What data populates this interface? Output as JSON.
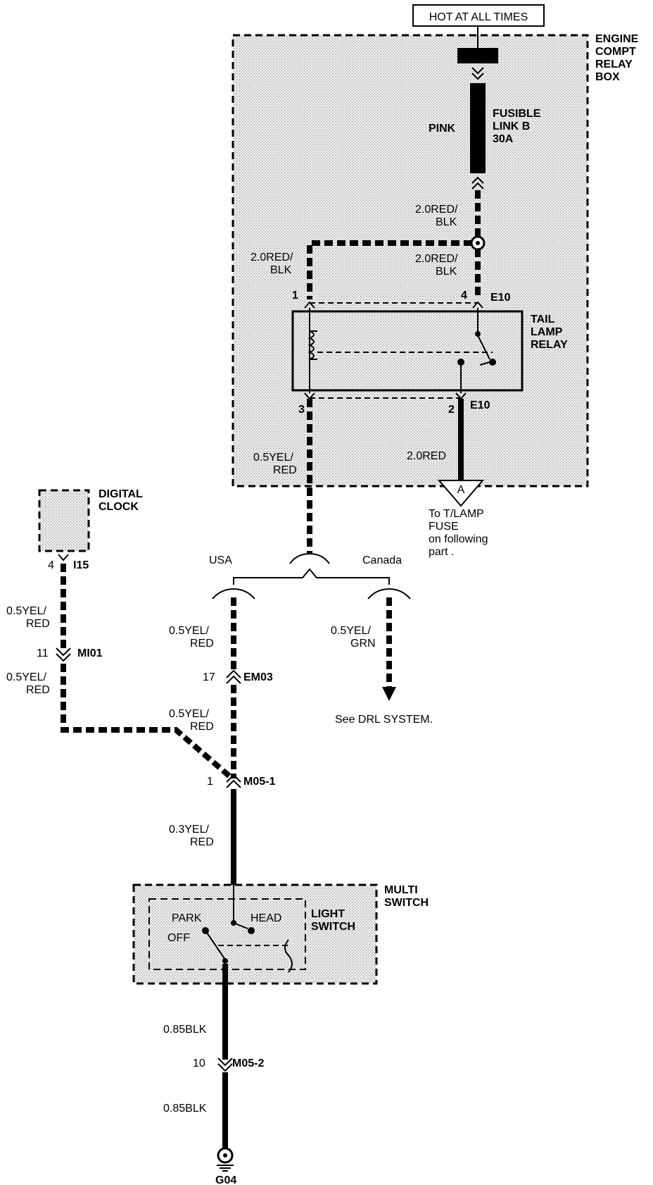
{
  "power_source": "HOT AT ALL TIMES",
  "relay_box": {
    "title_lines": [
      "ENGINE",
      "COMPT",
      "RELAY",
      "BOX"
    ]
  },
  "fusible_link": {
    "title_lines": [
      "FUSIBLE",
      "LINK B",
      "30A"
    ],
    "wire_color": "PINK"
  },
  "wires": {
    "w_fuse_out": [
      "2.0RED/",
      "BLK"
    ],
    "w_left_branch": [
      "2.0RED/",
      "BLK"
    ],
    "w_right_branch": [
      "2.0RED/",
      "BLK"
    ],
    "w_relay3_out": [
      "0.5YEL/",
      "RED"
    ],
    "w_relay2_out": "2.0RED",
    "w_clock_out": [
      "0.5YEL/",
      "RED"
    ],
    "w_clock_lower": [
      "0.5YEL/",
      "RED"
    ],
    "w_usa": [
      "0.5YEL/",
      "RED"
    ],
    "w_canada": [
      "0.5YEL/",
      "GRN"
    ],
    "w_em03_below": [
      "0.5YEL/",
      "RED"
    ],
    "w_m051_below": [
      "0.3YEL/",
      "RED"
    ],
    "w_switch_out": "0.85BLK",
    "w_ground": "0.85BLK"
  },
  "tail_lamp_relay": {
    "title_lines": [
      "TAIL",
      "LAMP",
      "RELAY"
    ],
    "pin_1": "1",
    "pin_4": "4",
    "pin_3": "3",
    "pin_2": "2",
    "connector_top": "E10",
    "connector_bottom": "E10"
  },
  "tlamp_fuse": {
    "symbol": "A",
    "lines": [
      "To T/LAMP",
      "FUSE",
      "on following",
      "part ."
    ]
  },
  "digital_clock": {
    "title_lines": [
      "DIGITAL",
      "CLOCK"
    ],
    "pin": "4",
    "connector": "I15"
  },
  "variants": {
    "usa": "USA",
    "canada": "Canada"
  },
  "connectors": {
    "mi01": {
      "pin": "11",
      "name": "MI01"
    },
    "em03": {
      "pin": "17",
      "name": "EM03"
    },
    "m05_1": {
      "pin": "1",
      "name": "M05-1"
    },
    "m05_2": {
      "pin": "10",
      "name": "M05-2"
    }
  },
  "drl_note": "See DRL SYSTEM.",
  "multi_switch": {
    "title_lines": [
      "MULTI",
      "SWITCH"
    ],
    "light_switch_lines": [
      "LIGHT",
      "SWITCH"
    ],
    "park": "PARK",
    "head": "HEAD",
    "off": "OFF"
  },
  "ground": "G04"
}
